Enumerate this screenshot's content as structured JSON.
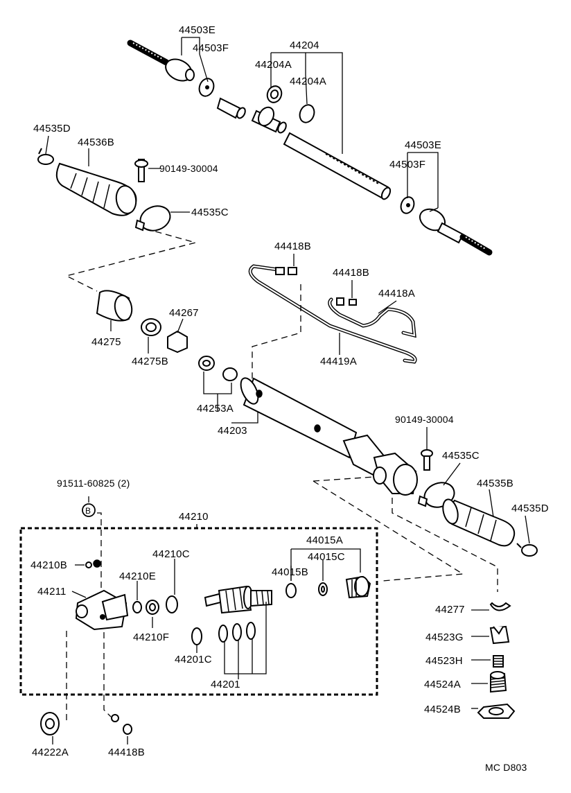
{
  "labels": {
    "p44503E_top": "44503E",
    "p44503F_top": "44503F",
    "p44204": "44204",
    "p44204A_1": "44204A",
    "p44204A_2": "44204A",
    "p44535D_top": "44535D",
    "p44536B": "44536B",
    "p90149_top": "90149-30004",
    "p44535C_top": "44535C",
    "p44503E_right": "44503E",
    "p44503F_right": "44503F",
    "p44418B_top": "44418B",
    "p44418B_mid": "44418B",
    "p44418A": "44418A",
    "p44419A": "44419A",
    "p44275": "44275",
    "p44267": "44267",
    "p44275B": "44275B",
    "p44253A": "44253A",
    "p44203": "44203",
    "p90149_right": "90149-30004",
    "p44535C_right": "44535C",
    "p44535B": "44535B",
    "p44535D_right": "44535D",
    "p91511": "91511-60825 (2)",
    "markerB": "B",
    "p44210": "44210",
    "p44210B": "44210B",
    "p44210C": "44210C",
    "p44210E": "44210E",
    "p44211": "44211",
    "p44210F": "44210F",
    "p44015A": "44015A",
    "p44015C": "44015C",
    "p44015B": "44015B",
    "p44201C": "44201C",
    "p44201": "44201",
    "p44277": "44277",
    "p44523G": "44523G",
    "p44523H": "44523H",
    "p44524A": "44524A",
    "p44524B": "44524B",
    "p44222A": "44222A",
    "p44418B_bottom": "44418B",
    "code": "MC  D803"
  }
}
